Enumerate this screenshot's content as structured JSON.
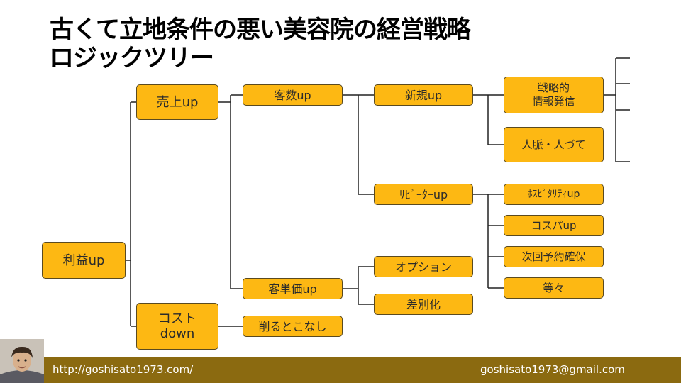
{
  "title": {
    "line1": "古くて立地条件の悪い美容院の経営戦略",
    "line2": "ロジックツリー"
  },
  "nodes": {
    "profit": "利益up",
    "sales": "売上up",
    "cost": "コスト\ndown",
    "customers": "客数up",
    "unit_price": "客単価up",
    "cut_waste": "削るとこなし",
    "new": "新規up",
    "repeat": "ﾘﾋﾟｰﾀｰup",
    "option": "オプション",
    "differentiation": "差別化",
    "strategic_info": "戦略的\n情報発信",
    "connections": "人脈・人づて",
    "hospitality": "ﾎｽﾋﾟﾀﾘﾃｨup",
    "cospa": "コスパup",
    "next_booking": "次回予約確保",
    "etc": "等々"
  },
  "footer": {
    "url": "http://goshisato1973.com/",
    "email": "goshisato1973@gmail.com"
  },
  "colors": {
    "node_fill": "#FDB813",
    "footer_bg": "#8B6A10"
  }
}
